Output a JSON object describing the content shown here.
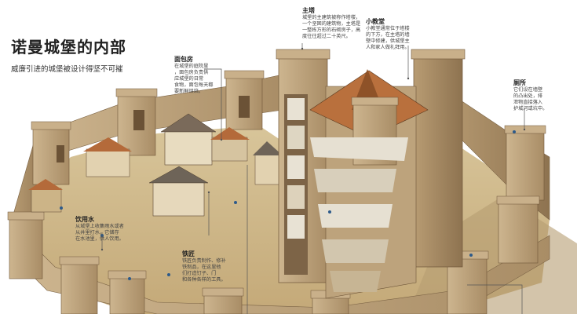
{
  "page": {
    "title": "诺曼城堡的内部",
    "subtitle": "威廉引进的城堡被设计得坚不可摧"
  },
  "labels": {
    "keep": {
      "title": "主塔",
      "text": [
        "城堡的主建筑被称作塔楼，",
        "一个坚固的建筑物，主塔是",
        "一整栋方形的石砌房子，高",
        "度往往超过二十英尺。"
      ]
    },
    "chapel": {
      "title": "小教堂",
      "text": [
        "小教堂通常位于塔楼",
        "的下方，在主塔的墙",
        "壁中修建，供城堡主",
        "人和家人做礼拜用。"
      ]
    },
    "kitchen": {
      "title": "面包房",
      "text": [
        "在城堡的庭院里",
        "，面包房负责供",
        "应城堡的日常",
        "食物，面包每天都",
        "要新鲜烘焙。"
      ]
    },
    "latrine": {
      "title": "厕所",
      "text": [
        "它们设在墙壁",
        "的凸出处，排",
        "泄物直接落入",
        "护城河或坑中。"
      ]
    },
    "well": {
      "title": "饮用水",
      "text": [
        "从城堡上收集雨水或者",
        "从井里打水，它储存",
        "在水池里，供人饮用。"
      ]
    },
    "smithy": {
      "title": "铁匠",
      "text": [
        "铁匠负责制作、修补",
        "铁制品，在这里他",
        "们打造钉子、门",
        "和各种各样的工具。"
      ]
    }
  }
}
